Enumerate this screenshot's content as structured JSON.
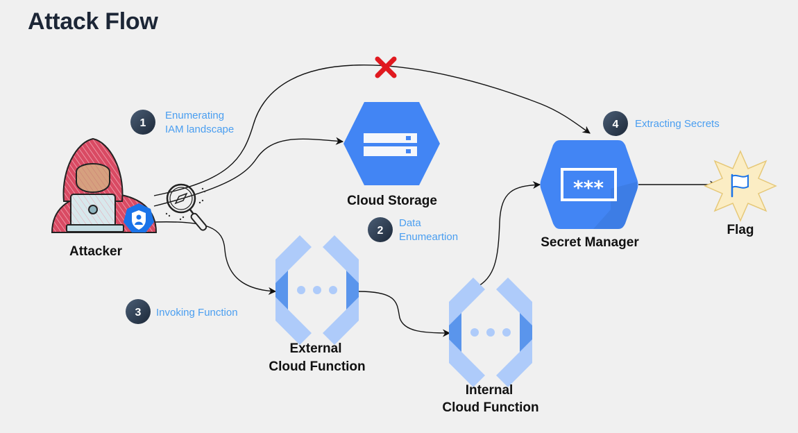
{
  "title": "Attack Flow",
  "nodes": {
    "attacker": {
      "label": "Attacker",
      "icon": "hooded-hacker-icon"
    },
    "cloud_storage": {
      "label": "Cloud Storage",
      "icon": "cloud-storage-icon"
    },
    "secret_manager": {
      "label": "Secret Manager",
      "icon": "secret-manager-icon",
      "glyph": "***"
    },
    "external_function": {
      "line1": "External",
      "line2": "Cloud Function",
      "icon": "cloud-function-icon"
    },
    "internal_function": {
      "line1": "Internal",
      "line2": "Cloud Function",
      "icon": "cloud-function-icon"
    },
    "flag": {
      "label": "Flag",
      "icon": "flag-icon"
    }
  },
  "steps": [
    {
      "number": "1",
      "line1": "Enumerating",
      "line2": "IAM landscape"
    },
    {
      "number": "2",
      "line1": "Data",
      "line2": "Enumeartion"
    },
    {
      "number": "3",
      "line1": "Invoking Function",
      "line2": ""
    },
    {
      "number": "4",
      "line1": "Extracting Secrets",
      "line2": ""
    }
  ],
  "edges": [
    {
      "from": "attacker",
      "to": "secret_manager",
      "blocked": true,
      "marker": "red-x-icon"
    },
    {
      "from": "attacker",
      "to": "cloud_storage",
      "blocked": false
    },
    {
      "from": "attacker",
      "to": "external_function",
      "blocked": false
    },
    {
      "from": "external_function",
      "to": "internal_function",
      "blocked": false
    },
    {
      "from": "internal_function",
      "to": "secret_manager",
      "blocked": false
    },
    {
      "from": "secret_manager",
      "to": "flag",
      "blocked": false
    }
  ],
  "colors": {
    "gcp_blue": "#4285f4",
    "function_light": "#aecbfa",
    "function_dark": "#5a95ec",
    "step_badge": "#2e3e52",
    "step_text": "#4a9ef0",
    "blocked_x": "#e0191f",
    "flag_star": "#fbedc4",
    "attacker_red": "#d94a63"
  }
}
